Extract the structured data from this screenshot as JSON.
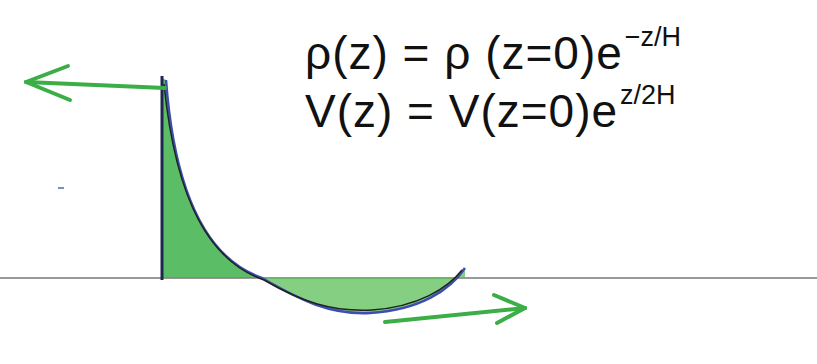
{
  "diagram": {
    "labels": [
      "ρ(z) = ρ (z=0)e",
      "−z/H",
      "V(z) = V(z=0)e",
      "z/2H"
    ]
  }
}
